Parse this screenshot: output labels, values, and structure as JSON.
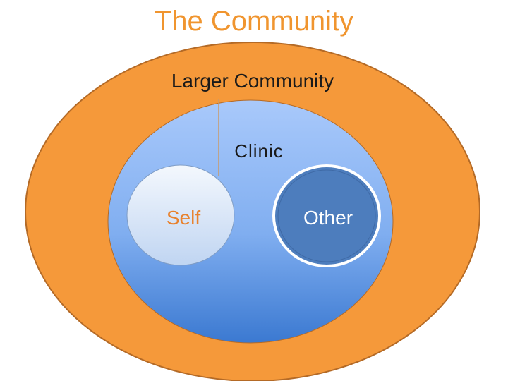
{
  "title": "The Community",
  "diagram": {
    "outer_label": "Larger Community",
    "middle_label": "Clinic",
    "left_label": "Self",
    "right_label": "Other"
  },
  "colors": {
    "title": "#f0952f",
    "outer_fill": "#f5993a",
    "outer_stroke": "#b46a26",
    "clinic_top": "#a9c9fb",
    "clinic_bottom": "#3b79d1",
    "self_fill_top": "#f4f8fd",
    "self_fill_bottom": "#c0d5f2",
    "self_text": "#e8822e",
    "other_fill": "#4d7dbd",
    "other_ring": "#ffffff",
    "other_text": "#ffffff",
    "divider": "#c89a6a"
  }
}
